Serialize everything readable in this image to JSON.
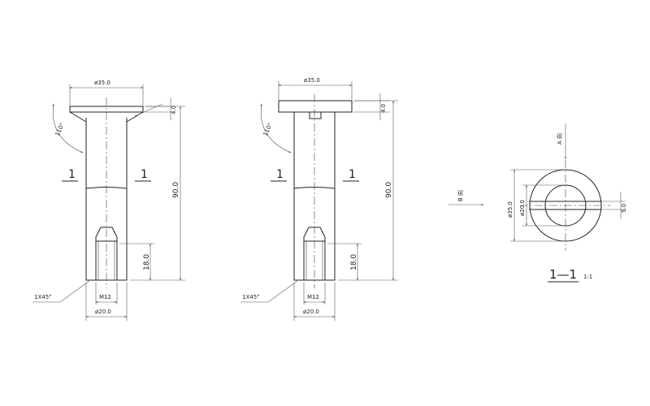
{
  "views": [
    {
      "section_mark": "1",
      "head_diameter": "ø35.0",
      "head_thickness": "4.0",
      "angle": "110°",
      "length": "90.0",
      "thread_depth": "18.0",
      "thread": "M12",
      "shaft_diameter": "ø20.0",
      "chamfer": "1X45°"
    },
    {
      "section_mark": "1",
      "head_diameter": "ø35.0",
      "head_thickness": "4.0",
      "angle": "110°",
      "length": "90.0",
      "thread_depth": "18.0",
      "thread": "M12",
      "shaft_diameter": "ø20.0",
      "chamfer": "1X45°"
    }
  ],
  "section": {
    "outer_diameter": "ø35.0",
    "inner_diameter": "ø20.0",
    "slot_width": "5.0",
    "view_a": "A 向",
    "view_b": "B 向",
    "caption": "1—1",
    "scale": "1:1"
  }
}
